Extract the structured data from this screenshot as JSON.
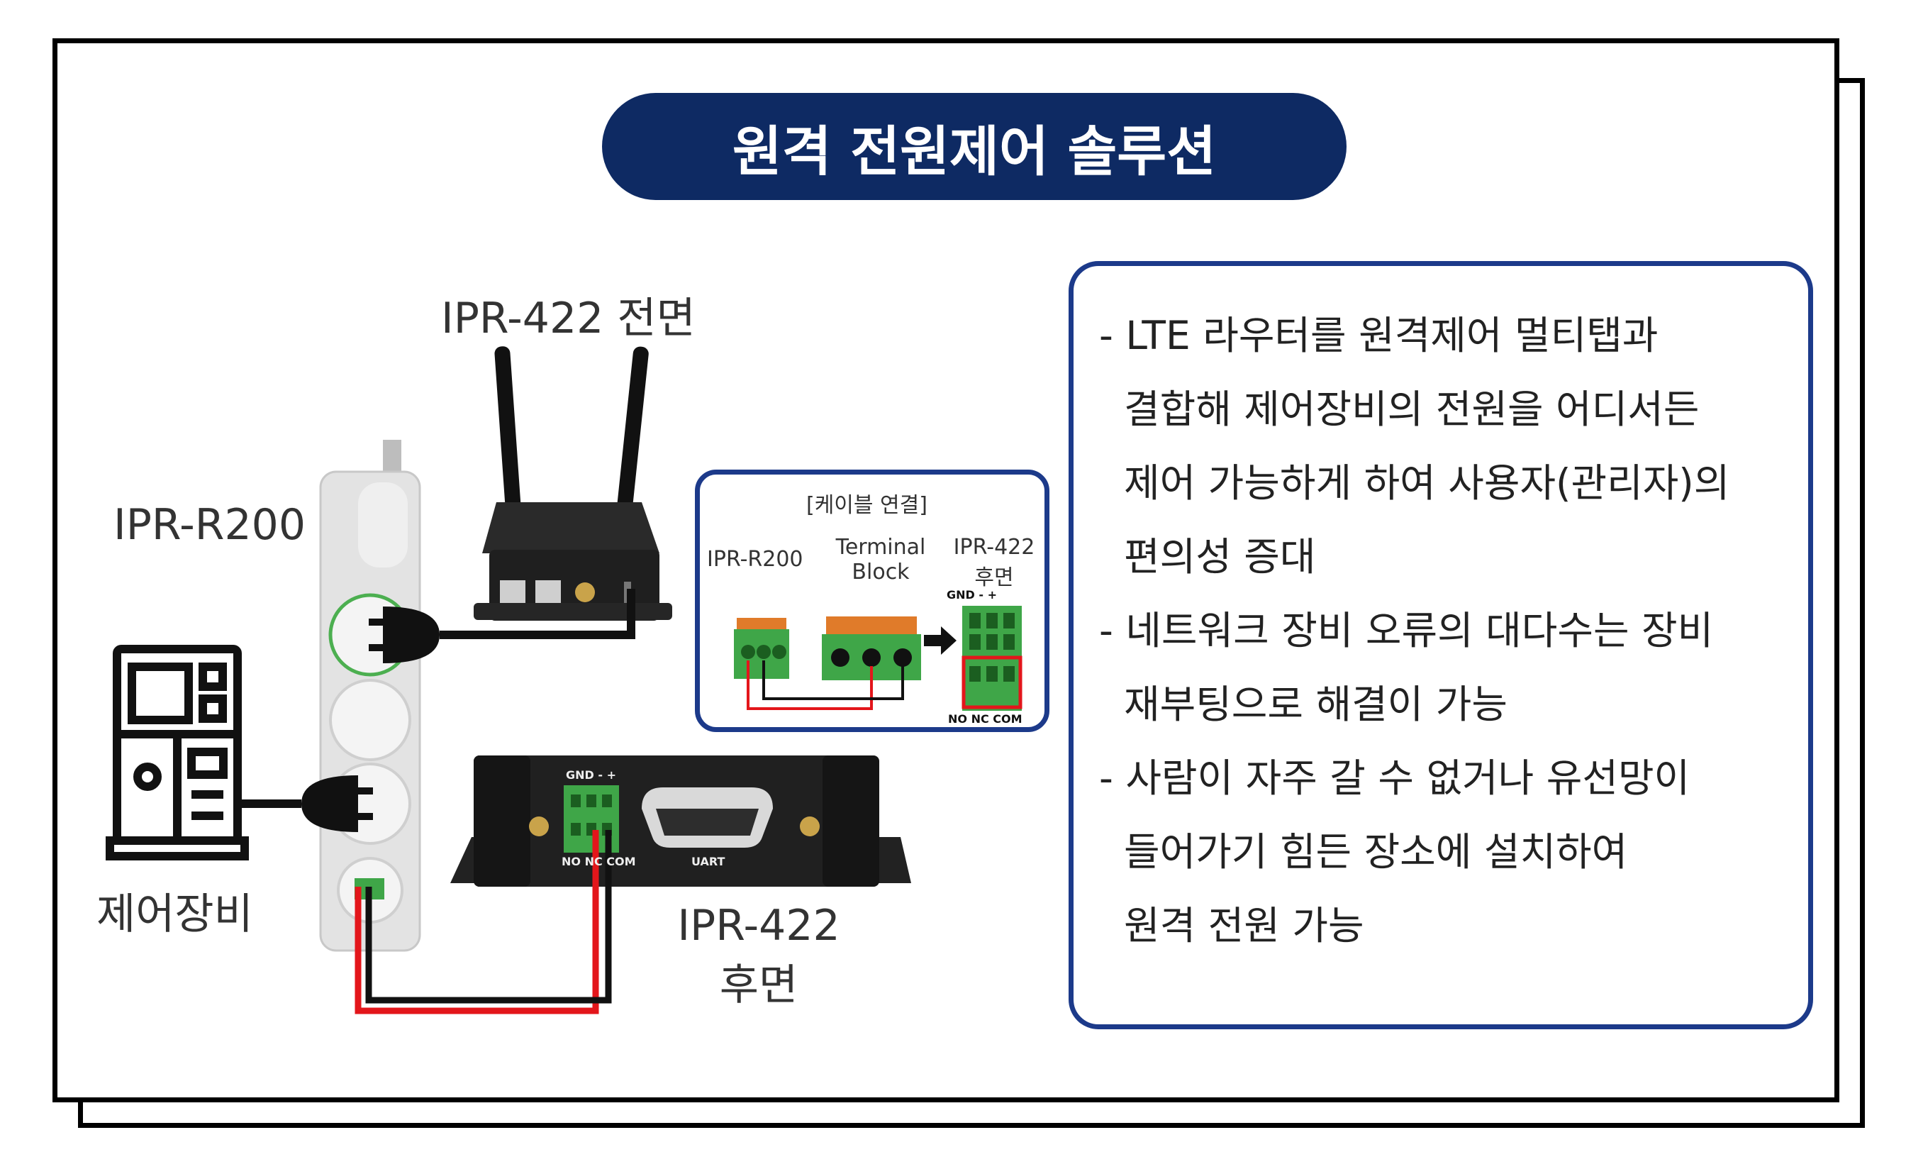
{
  "title": "원격 전원제어 솔루션",
  "labels": {
    "ipr422_front": "IPR-422 전면",
    "ipr_r200": "IPR-R200",
    "control_equipment": "제어장비",
    "ipr422_rear_line1": "IPR-422",
    "ipr422_rear_line2": "후면"
  },
  "cable_connection": {
    "heading": "[케이블 연결]",
    "ipr_r200": "IPR-R200",
    "terminal_block_line1": "Terminal",
    "terminal_block_line2": "Block",
    "ipr422_line1": "IPR-422",
    "ipr422_line2": "후면",
    "gnd_label": "GND  -  +",
    "no_nc_com": "NO NC COM"
  },
  "device_port_labels": {
    "rear_gnd": "GND  -  +",
    "rear_no_com": "NO  NC COM",
    "rear_uart": "UART"
  },
  "bullets": [
    "- LTE 라우터를 원격제어 멀티탭과",
    "결합해 제어장비의 전원을 어디서든",
    "제어 가능하게 하여 사용자(관리자)의",
    "편의성 증대",
    "- 네트워크 장비 오류의 대다수는 장비",
    "재부팅으로 해결이 가능",
    "- 사람이 자주 갈 수 없거나 유선망이",
    "들어가기 힘든 장소에 설치하여",
    "원격 전원 가능"
  ],
  "colors": {
    "title_bg": "#0e2a63",
    "box_border": "#1c3a8a",
    "wire_red": "#e3161b",
    "wire_black": "#111111",
    "terminal_green": "#3fa648"
  },
  "icons": [
    "control-equipment-icon",
    "power-plug-icon",
    "arrow-right-icon"
  ]
}
